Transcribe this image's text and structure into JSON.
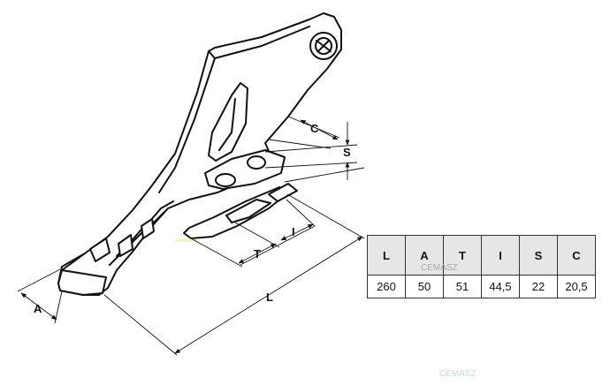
{
  "dimensions": {
    "C": "C",
    "S": "S",
    "T": "T",
    "I": "I",
    "L": "L",
    "A": "A"
  },
  "table": {
    "headers": [
      "L",
      "A",
      "T",
      "I",
      "S",
      "C"
    ],
    "values": [
      "260",
      "50",
      "51",
      "44,5",
      "22",
      "20,5"
    ]
  },
  "watermarks": {
    "table": "CEMASZ",
    "bottom": "CEMASZ"
  }
}
